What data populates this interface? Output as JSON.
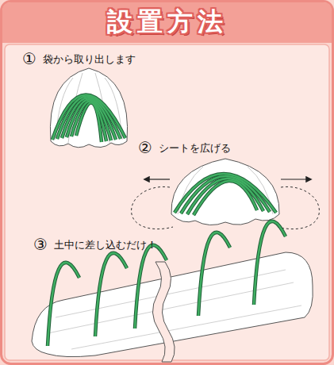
{
  "diagram": {
    "title": "設置方法",
    "labels": [
      "①",
      "袋から取り出します",
      "②",
      "シートを広げる",
      "③",
      "土中に差し込むだけ！"
    ]
  }
}
